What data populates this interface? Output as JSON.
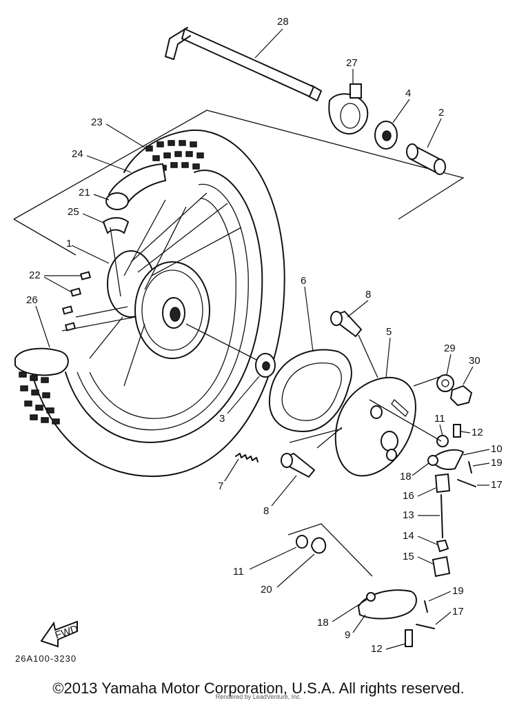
{
  "diagram": {
    "callouts": [
      {
        "id": "c28",
        "text": "28"
      },
      {
        "id": "c27",
        "text": "27"
      },
      {
        "id": "c4",
        "text": "4"
      },
      {
        "id": "c2",
        "text": "2"
      },
      {
        "id": "c23",
        "text": "23"
      },
      {
        "id": "c24",
        "text": "24"
      },
      {
        "id": "c21",
        "text": "21"
      },
      {
        "id": "c25",
        "text": "25"
      },
      {
        "id": "c1",
        "text": "1"
      },
      {
        "id": "c22",
        "text": "22"
      },
      {
        "id": "c26",
        "text": "26"
      },
      {
        "id": "c6",
        "text": "6"
      },
      {
        "id": "c8a",
        "text": "8"
      },
      {
        "id": "c5",
        "text": "5"
      },
      {
        "id": "c29",
        "text": "29"
      },
      {
        "id": "c30",
        "text": "30"
      },
      {
        "id": "c3",
        "text": "3"
      },
      {
        "id": "c11a",
        "text": "11"
      },
      {
        "id": "c12a",
        "text": "12"
      },
      {
        "id": "c10",
        "text": "10"
      },
      {
        "id": "c19a",
        "text": "19"
      },
      {
        "id": "c18a",
        "text": "18"
      },
      {
        "id": "c17a",
        "text": "17"
      },
      {
        "id": "c16",
        "text": "16"
      },
      {
        "id": "c7",
        "text": "7"
      },
      {
        "id": "c8b",
        "text": "8"
      },
      {
        "id": "c13",
        "text": "13"
      },
      {
        "id": "c14",
        "text": "14"
      },
      {
        "id": "c15",
        "text": "15"
      },
      {
        "id": "c11b",
        "text": "11"
      },
      {
        "id": "c20",
        "text": "20"
      },
      {
        "id": "c19b",
        "text": "19"
      },
      {
        "id": "c17b",
        "text": "17"
      },
      {
        "id": "c18b",
        "text": "18"
      },
      {
        "id": "c9",
        "text": "9"
      },
      {
        "id": "c12b",
        "text": "12"
      }
    ],
    "fwd_label": "FWD",
    "drawing_code": "26A100-3230"
  },
  "footer": {
    "copyright": "©2013 Yamaha Motor Corporation, U.S.A. All rights reserved.",
    "rendered_by": "Rendered by LeadVenture, Inc."
  }
}
